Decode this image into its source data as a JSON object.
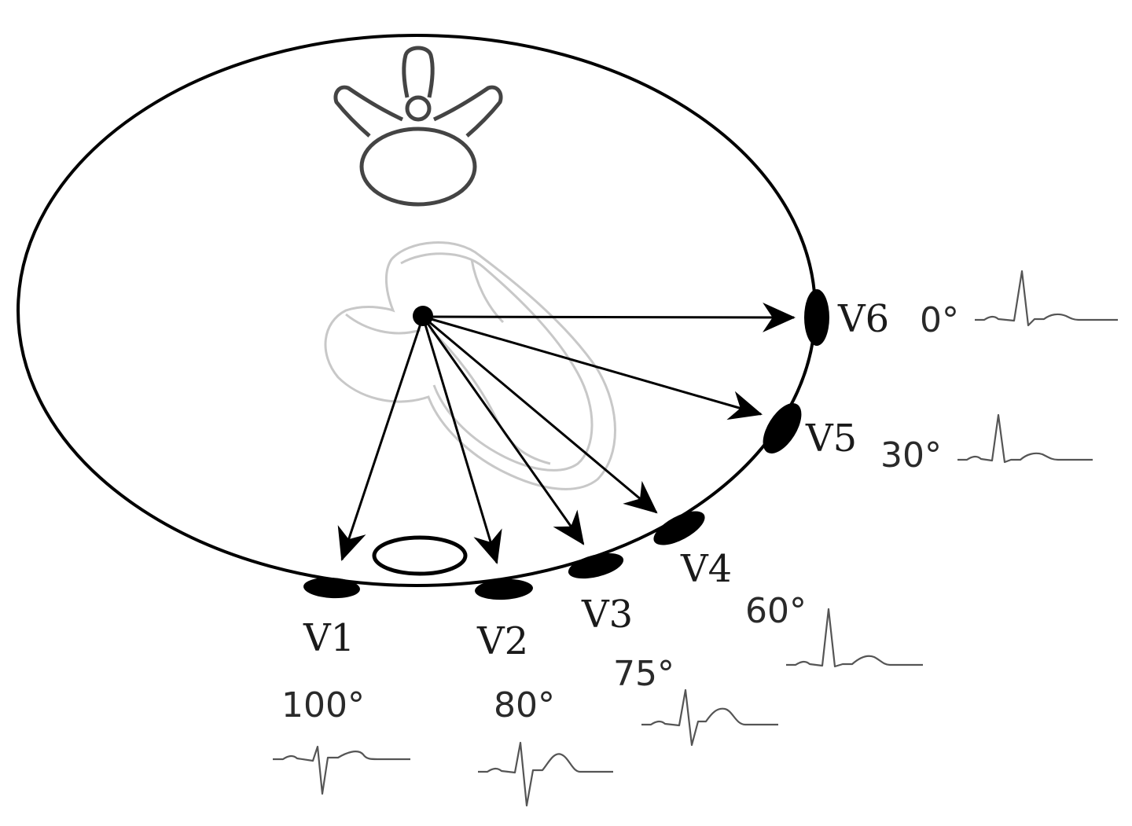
{
  "leads": [
    {
      "id": "v1",
      "name": "V1",
      "angle": "100°"
    },
    {
      "id": "v2",
      "name": "V2",
      "angle": "80°"
    },
    {
      "id": "v3",
      "name": "V3",
      "angle": "75°"
    },
    {
      "id": "v4",
      "name": "V4",
      "angle": "60°"
    },
    {
      "id": "v5",
      "name": "V5",
      "angle": "30°"
    },
    {
      "id": "v6",
      "name": "V6",
      "angle": "0°"
    }
  ]
}
